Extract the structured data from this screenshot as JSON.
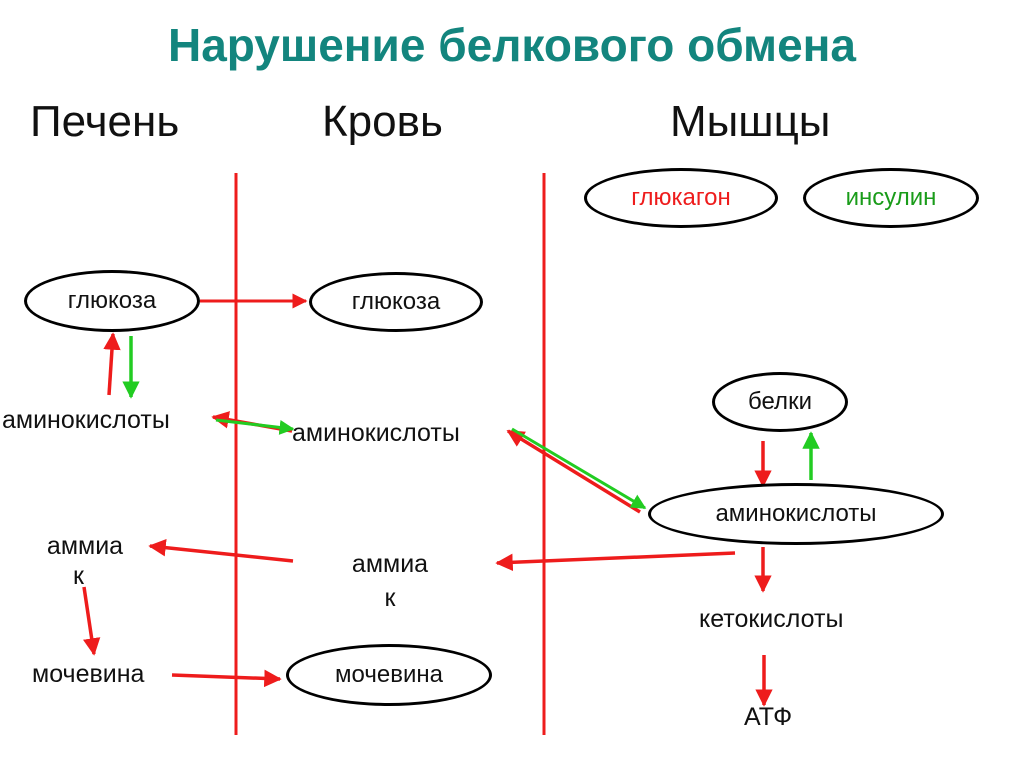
{
  "title": "Нарушение белкового обмена",
  "columns": {
    "liver": "Печень",
    "blood": "Кровь",
    "muscles": "Мышцы"
  },
  "hormones": {
    "glucagon": "глюкагон",
    "insulin": "инсулин"
  },
  "liver": {
    "glucose": "глюкоза",
    "amino_acids": "аминокислоты",
    "ammonia_line1": "аммиа",
    "ammonia_line2": "к",
    "urea": "мочевина"
  },
  "blood": {
    "glucose": "глюкоза",
    "amino_acids": "аминокислоты",
    "ammonia_line1": "аммиа",
    "ammonia_line2": "к",
    "urea": "мочевина"
  },
  "muscles": {
    "proteins": "белки",
    "amino_acids": "аминокислоты",
    "keto_acids": "кетокислоты",
    "atp": "АТФ"
  },
  "colors": {
    "title": "#13857e",
    "red": "#ee1c1c",
    "green": "#22cc22",
    "text": "#111111"
  }
}
